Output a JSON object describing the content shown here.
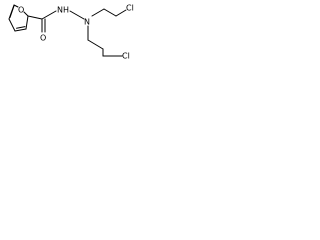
{
  "molecule": {
    "atoms": {
      "ring_oxygen": "O",
      "carbonyl_oxygen": "O",
      "amide_nitrogen_label": "N",
      "amide_hydrogen_label": "H",
      "tertiary_nitrogen": "N",
      "chlorine_upper": "Cl",
      "chlorine_lower": "Cl"
    }
  }
}
